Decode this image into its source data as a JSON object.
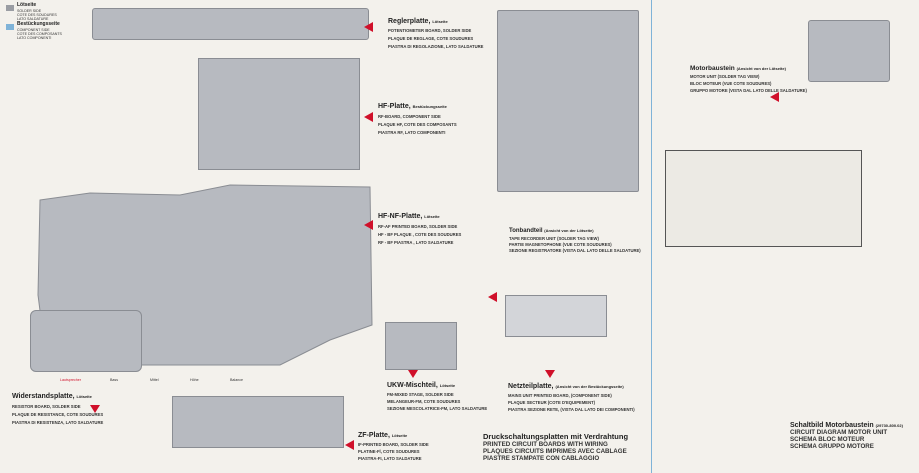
{
  "legend": {
    "item1": {
      "title": "Lötseite",
      "lines": [
        "SOLDER SIDE",
        "COTE DES SOUDURES",
        "LATO SALDATURE"
      ],
      "color": "#9a9da3"
    },
    "item2": {
      "title": "Bestückungsseite",
      "lines": [
        "COMPONENT SIDE",
        "COTE DES COMPOSANTS",
        "LATO COMPONENTI"
      ],
      "color": "#7fb3d8"
    }
  },
  "captions": {
    "regler": {
      "title": "Reglerplatte,",
      "title_small": "Lötseite",
      "lines": [
        "POTENTIOMETER BOARD, SOLDER SIDE",
        "PLAQUE DE REGLAGE, COTE SOUDURES",
        "PIASTRA DI REGOLAZIONE, LATO SALDATURE"
      ]
    },
    "hf": {
      "title": "HF-Platte,",
      "title_small": "Bestückungsseite",
      "lines": [
        "RF-BOARD, COMPONENT SIDE",
        "PLAQUE HF, COTE DES COMPOSANTS",
        "PIASTRA RF, LATO COMPONENTI"
      ]
    },
    "hfnf": {
      "title": "HF-NF-Platte,",
      "title_small": "Lötseite",
      "lines": [
        "RF-AF PRINTED BOARD, SOLDER SIDE",
        "HF - BF PLAQUE , COTE DES SOUDURES",
        "RF - BF PIASTRA , LATO SALDATURE"
      ]
    },
    "tonband": {
      "title": "Tonbandteil",
      "title_small": "(Ansicht von der Lötseite)",
      "lines": [
        "TAPE RECORDER UNIT (SOLDER TAG VIEW)",
        "PARTIE MAGNETOPHONE (VUE COTE SOUDURES)",
        "SEZIONE REGISTRATORE (VISTA DAL LATO DELLE SALDATURE)"
      ]
    },
    "motor": {
      "title": "Motorbaustein",
      "title_small": "(Ansicht von der Lötseite)",
      "lines": [
        "MOTOR UNIT (SOLDER TAG VIEW)",
        "BLOC MOTEUR (VUE COTE SOUDURES)",
        "GRUPPO MOTORE (VISTA DAL LATO DELLE SALDATURE)"
      ]
    },
    "widerstand": {
      "title": "Widerstandsplatte,",
      "title_small": "Lötseite",
      "lines": [
        "RESISTOR BOARD, SOLDER SIDE",
        "PLAQUE DE RESISTANCE, COTE SOUDURES",
        "PIASTRA DI RESISTENZA, LATO SALDATURE"
      ]
    },
    "ukw": {
      "title": "UKW-Mischteil,",
      "title_small": "Lötseite",
      "lines": [
        "FM-MIXED STAGE, SOLDER SIDE",
        "MELANGEUR-FM, COTE SOUDURES",
        "SEZIONE MESCOLATRICE-FM, LATO SALDATURE"
      ]
    },
    "netz": {
      "title": "Netzteilplatte,",
      "title_small": "(Ansicht von der Bestückungsseite)",
      "lines": [
        "MAINS UNIT PRINTED BOARD, (COMPONENT SIDE)",
        "PLAQUE SECTEUR (COTE D'EQUIPEMENT)",
        "PIASTRA SEZIONE RETE, (VISTA DAL LATO DEI COMPONENTI)"
      ]
    },
    "zf": {
      "title": "ZF-Platte,",
      "title_small": "Lötseite",
      "lines": [
        "IF-PRINTED BOARD, SOLDER SIDE",
        "PLATINE-Fl, COTE SOUDURES",
        "PIASTRA-FI, LATO SALDATURE"
      ]
    }
  },
  "footer": {
    "lines": [
      "Druckschaltungsplatten mit Verdrahtung",
      "PRINTED CIRCUIT BOARDS WITH WIRING",
      "PLAQUES CIRCUITS IMPRIMES AVEC CABLAGE",
      "PIASTRE STAMPATE CON CABLAGGIO"
    ]
  },
  "schematic_title": {
    "title": "Schaltbild Motorbaustein",
    "code": "(29730-800.02)",
    "lines": [
      "CIRCUIT DIAGRAM MOTOR UNIT",
      "SCHEMA BLOC MOTEUR",
      "SCHEMA GRUPPO MOTORE"
    ]
  },
  "board_labels": [
    "Lautsprecher",
    "Bass",
    "Mittel",
    "Höhe",
    "Balance"
  ],
  "colors": {
    "accent": "#d0102a",
    "board": "#b7bac0",
    "paper": "#f3f1ec",
    "fold": "#7fb3d8"
  }
}
